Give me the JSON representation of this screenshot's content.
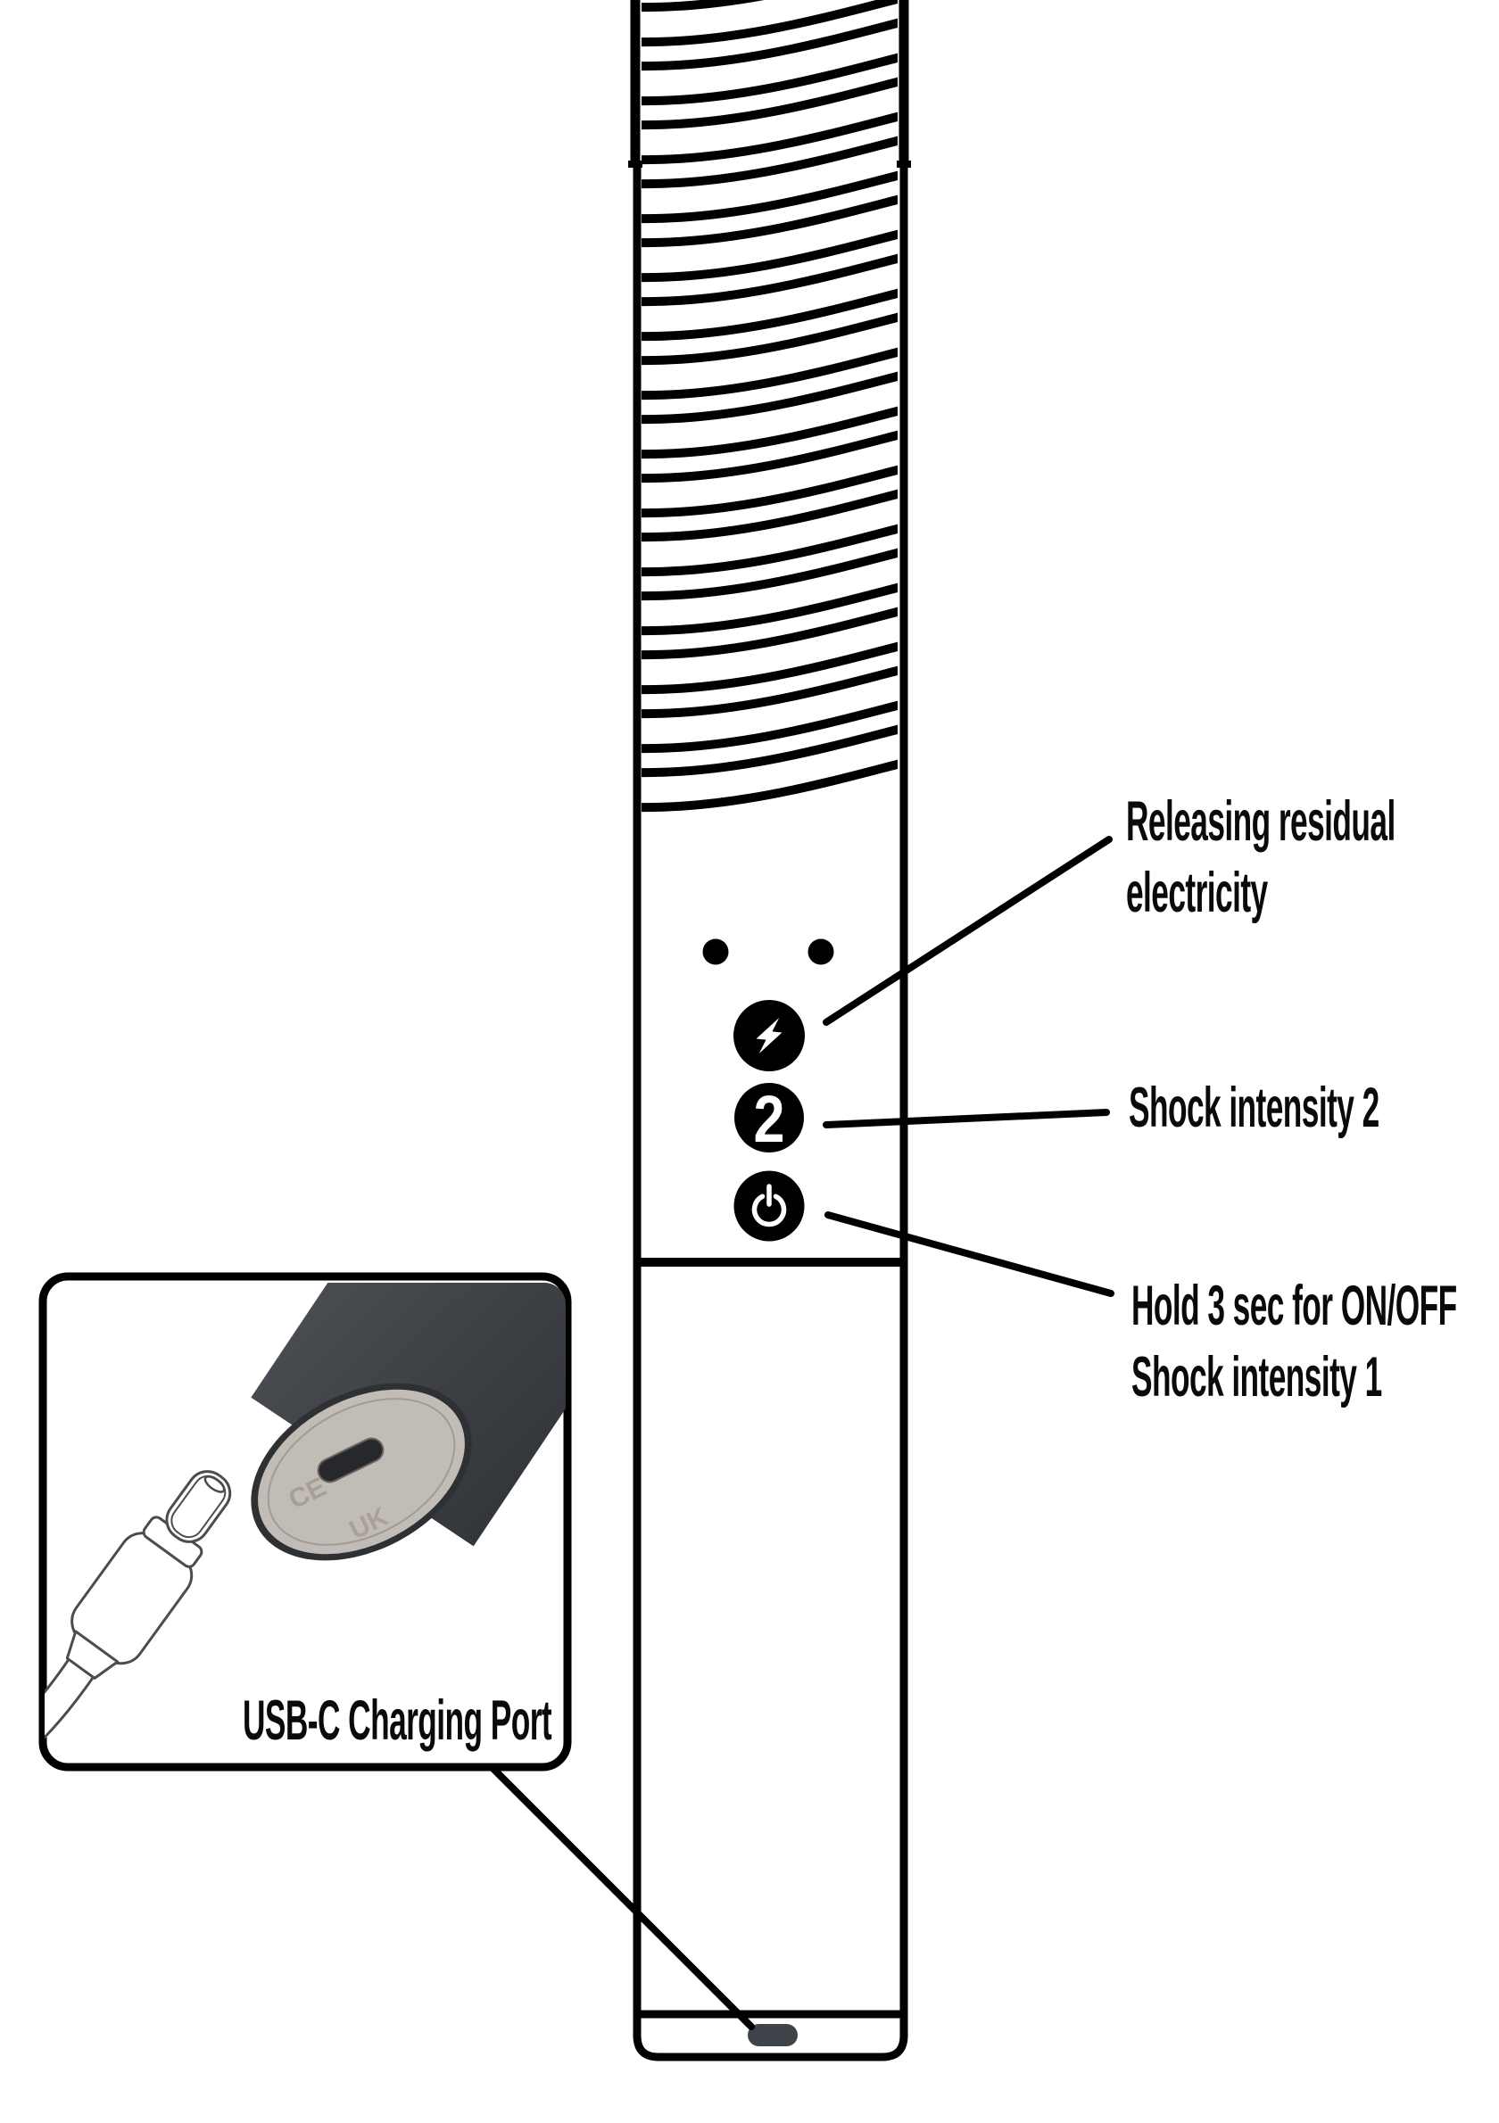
{
  "figure": {
    "kind": "product-instruction-diagram",
    "subject": "rechargeable stun device with ribbed electrode head, control buttons and USB-C charging port"
  },
  "annotations": {
    "releasing": {
      "lines": [
        "Releasing residual",
        "electricity"
      ]
    },
    "intensity2": {
      "text": "Shock intensity 2"
    },
    "power": {
      "lines": [
        "Hold 3 sec for ON/OFF",
        "Shock intensity 1"
      ]
    },
    "usb": {
      "text": "USB-C Charging Port"
    }
  },
  "device": {
    "buttons": [
      {
        "id": "discharge",
        "icon": "lightning-bolt-icon",
        "glyph": ""
      },
      {
        "id": "intensity-2",
        "icon": "",
        "glyph": "2"
      },
      {
        "id": "power",
        "icon": "power-icon",
        "glyph": ""
      }
    ],
    "colors": {
      "line_art": "#000000",
      "charging_port_pill": "#3f444a"
    }
  },
  "inset": {
    "etch_marks": [
      "CE",
      "UK"
    ],
    "colors": {
      "cylinder_body": "#3e4146",
      "metal_face": "#978f89",
      "usb_slot": "#26282b",
      "plug_outline": "#4c4c4c"
    }
  }
}
